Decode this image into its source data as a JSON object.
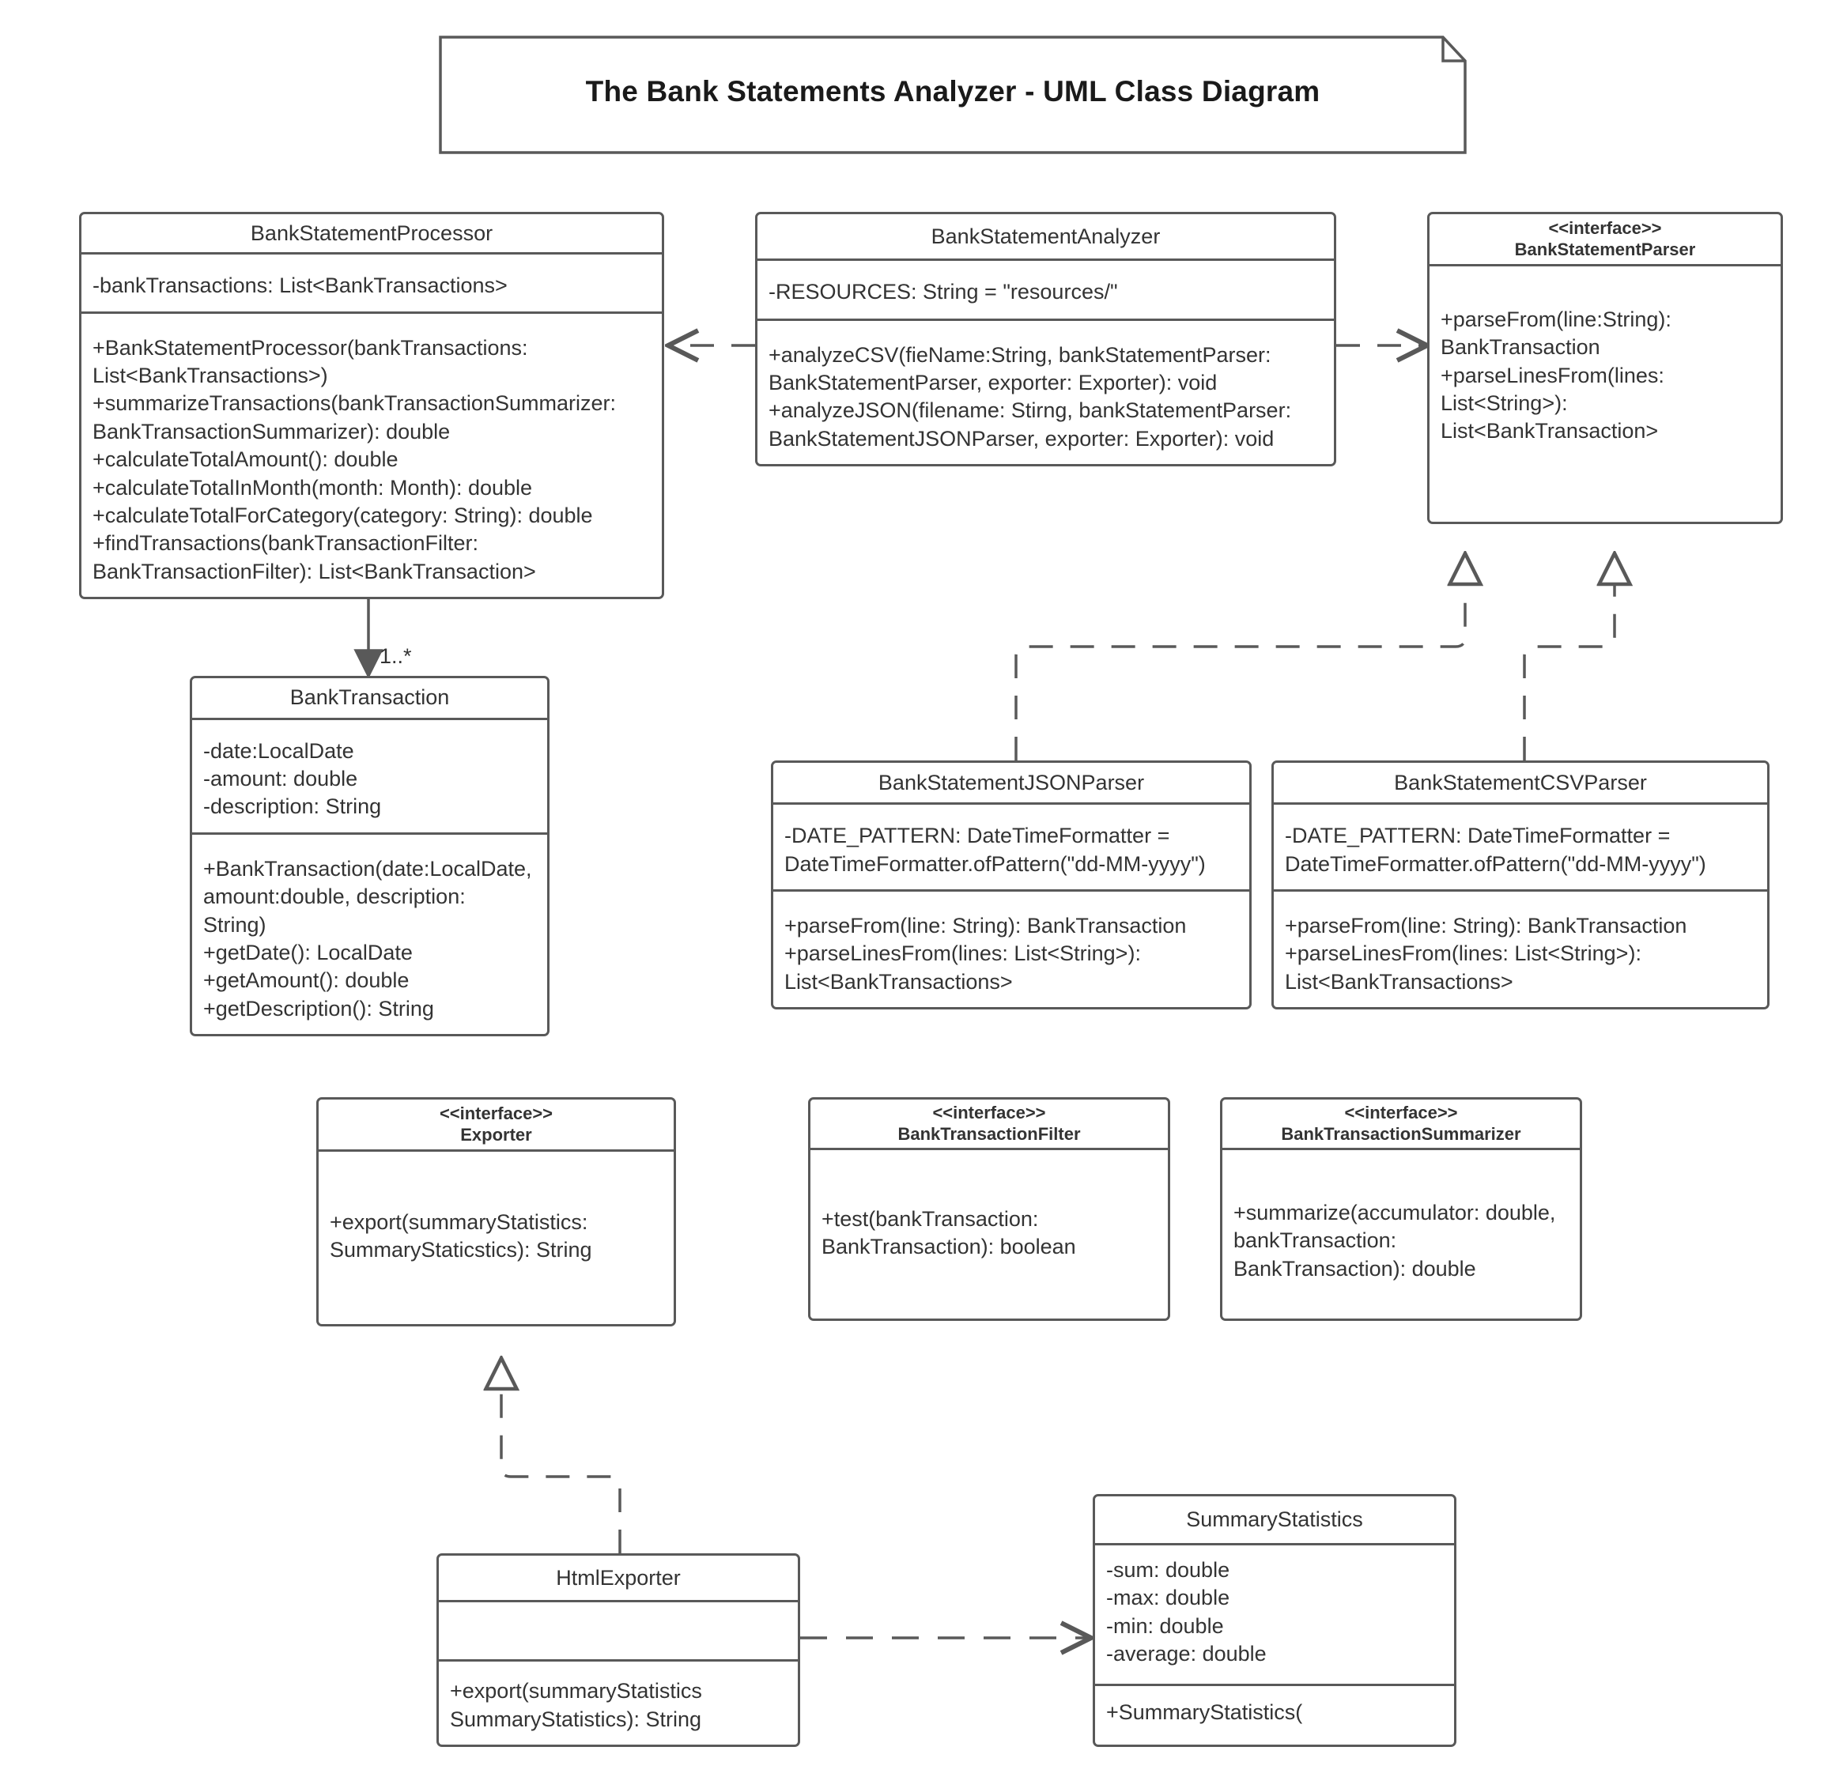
{
  "diagram": {
    "type": "uml-class-diagram",
    "title_note": "The Bank Statements Analyzer - UML Class Diagram",
    "stereotype_interface": "<<interface>>",
    "colors": {
      "background": "#ffffff",
      "box_fill": "#ffffff",
      "border": "#595959",
      "text": "#333333",
      "title_text": "#1a1a1a"
    }
  },
  "classes": {
    "bank_statement_processor": {
      "name": "BankStatementProcessor",
      "stereotype": "",
      "attributes": "-bankTransactions: List<BankTransactions>",
      "operations": "+BankStatementProcessor(bankTransactions:\nList<BankTransactions>)\n+summarizeTransactions(bankTransactionSummarizer:\nBankTransactionSummarizer): double\n+calculateTotalAmount(): double\n+calculateTotalInMonth(month: Month): double\n+calculateTotalForCategory(category: String): double\n+findTransactions(bankTransactionFilter:\nBankTransactionFilter): List<BankTransaction>"
    },
    "bank_statement_analyzer": {
      "name": "BankStatementAnalyzer",
      "stereotype": "",
      "attributes": "-RESOURCES: String = \"resources/\"",
      "operations": "+analyzeCSV(fieName:String, bankStatementParser:\nBankStatementParser, exporter: Exporter): void\n+analyzeJSON(filename: Stirng, bankStatementParser:\nBankStatementJSONParser, exporter: Exporter): void"
    },
    "bank_statement_parser": {
      "name": "BankStatementParser",
      "stereotype": "<<interface>>",
      "attributes": "",
      "operations": "+parseFrom(line:String):\nBankTransaction\n+parseLinesFrom(lines:\nList<String>):\nList<BankTransaction>"
    },
    "bank_transaction": {
      "name": "BankTransaction",
      "stereotype": "",
      "attributes": "-date:LocalDate\n-amount: double\n-description: String",
      "operations": "+BankTransaction(date:LocalDate,\namount:double, description:\nString)\n+getDate(): LocalDate\n+getAmount(): double\n+getDescription(): String"
    },
    "bank_statement_json_parser": {
      "name": "BankStatementJSONParser",
      "stereotype": "",
      "attributes": "-DATE_PATTERN: DateTimeFormatter =\nDateTimeFormatter.ofPattern(\"dd-MM-yyyy\")",
      "operations": "+parseFrom(line: String): BankTransaction\n+parseLinesFrom(lines: List<String>):\nList<BankTransactions>"
    },
    "bank_statement_csv_parser": {
      "name": "BankStatementCSVParser",
      "stereotype": "",
      "attributes": "-DATE_PATTERN: DateTimeFormatter =\nDateTimeFormatter.ofPattern(\"dd-MM-yyyy\")",
      "operations": "+parseFrom(line: String): BankTransaction\n+parseLinesFrom(lines: List<String>):\nList<BankTransactions>"
    },
    "exporter": {
      "name": "Exporter",
      "stereotype": "<<interface>>",
      "attributes": "",
      "operations": "+export(summaryStatistics:\nSummaryStaticstics): String"
    },
    "bank_transaction_filter": {
      "name": "BankTransactionFilter",
      "stereotype": "<<interface>>",
      "attributes": "",
      "operations": "+test(bankTransaction:\nBankTransaction): boolean"
    },
    "bank_transaction_summarizer": {
      "name": "BankTransactionSummarizer",
      "stereotype": "<<interface>>",
      "attributes": "",
      "operations": "+summarize(accumulator: double,\nbankTransaction:\nBankTransaction): double"
    },
    "html_exporter": {
      "name": "HtmlExporter",
      "stereotype": "",
      "attributes": "",
      "operations": "+export(summaryStatistics\nSummaryStatistics): String"
    },
    "summary_statistics": {
      "name": "SummaryStatistics",
      "stereotype": "",
      "attributes": "-sum: double\n-max: double\n-min: double\n-average: double",
      "operations": "+SummaryStatistics("
    }
  },
  "relationships": {
    "analyzer_to_processor": {
      "kind": "dependency",
      "from": "BankStatementAnalyzer",
      "to": "BankStatementProcessor",
      "label": ""
    },
    "analyzer_to_parser": {
      "kind": "dependency",
      "from": "BankStatementAnalyzer",
      "to": "BankStatementParser",
      "label": ""
    },
    "processor_to_transaction": {
      "kind": "association",
      "from": "BankStatementProcessor",
      "to": "BankTransaction",
      "label": "1..*"
    },
    "json_parser_realizes": {
      "kind": "realization",
      "from": "BankStatementJSONParser",
      "to": "BankStatementParser",
      "label": ""
    },
    "csv_parser_realizes": {
      "kind": "realization",
      "from": "BankStatementCSVParser",
      "to": "BankStatementParser",
      "label": ""
    },
    "html_exporter_realizes": {
      "kind": "realization",
      "from": "HtmlExporter",
      "to": "Exporter",
      "label": ""
    },
    "html_exporter_to_summary": {
      "kind": "dependency",
      "from": "HtmlExporter",
      "to": "SummaryStatistics",
      "label": ""
    }
  }
}
